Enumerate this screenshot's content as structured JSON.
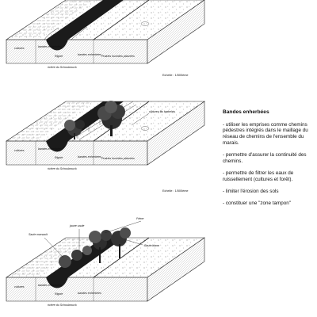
{
  "diagram1": {
    "labels": {
      "cultures": "cultures",
      "bandes_left": "bandes enherbées",
      "rigole": "Rigole",
      "riviere": "rivière du Schoubrouck",
      "bandes_right": "bandes enherbées",
      "prairies": "Prairies humides pâturées"
    },
    "scale": "Echelle : 1/500ème"
  },
  "diagram2": {
    "labels": {
      "cultures": "cultures",
      "bandes_left": "bandes enherbées",
      "rigole": "Rigole",
      "riviere": "rivière du Schoubrouck",
      "bandes_right": "bandes enherbées",
      "prairies": "Prairies humides pâturées",
      "callout": "clôtures fils barbelés"
    },
    "scale": "Echelle : 1/500ème"
  },
  "diagram3": {
    "labels": {
      "cultures": "cultures",
      "bandes_left": "bandes enherbées",
      "rigole": "Rigole",
      "riviere": "rivière du Schoubrouck",
      "bandes_right": "bandes enherbées",
      "saule_marsault": "Saule marsault",
      "jaune_saule": "jaune saule",
      "frene": "Frêne",
      "saule_blanc": "Saule blanc"
    }
  },
  "legend": {
    "title": "Bandes enherbées",
    "items": [
      "- utiliser les emprises comme chemins pédestres intégrés dans le maillage du réseau de chemins de l'ensemble du marais.",
      "- permettre d'assurer la continuité des chemins.",
      "- permettre de filtrer les eaux de ruissellement (cultures et forêt).",
      "- limiter l'érosion des sols",
      "- constituer une \"zone tampon\""
    ]
  }
}
